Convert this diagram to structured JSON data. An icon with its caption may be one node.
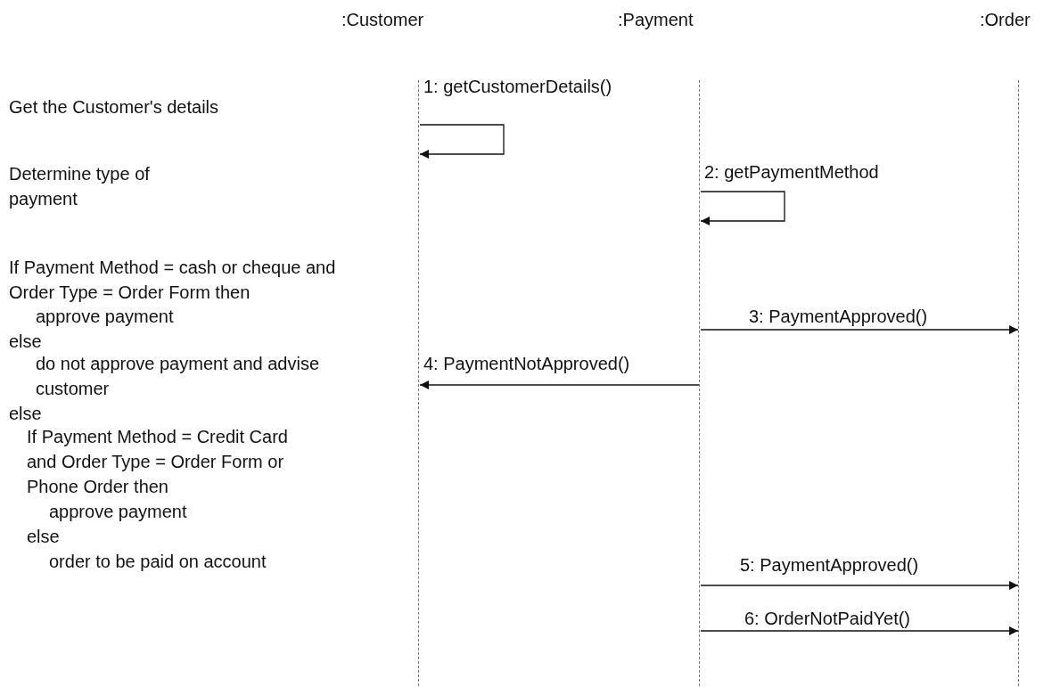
{
  "diagram": {
    "nodes": [
      {
        "text": [
          ":Customer"
        ]
      },
      {
        "text": [
          ":Payment"
        ]
      },
      {
        "text": [
          ":Order"
        ]
      }
    ],
    "edges": [
      {
        "from": 0,
        "to": 0,
        "arrow": "to",
        "label": "1: getCustomerDetails()"
      },
      {
        "from": 1,
        "to": 1,
        "arrow": "to",
        "label": "2: getPaymentMethod"
      },
      {
        "from": 1,
        "to": 2,
        "arrow": "to",
        "label": "3: PaymentApproved()"
      },
      {
        "from": 1,
        "to": 0,
        "arrow": "to",
        "label": "4: PaymentNotApproved()"
      },
      {
        "from": 1,
        "to": 2,
        "arrow": "to",
        "label": "5: PaymentApproved()"
      },
      {
        "from": 1,
        "to": 2,
        "arrow": "to",
        "label": "6: OrderNotPaidYet()"
      }
    ],
    "labels": [
      "Get the Customer's details",
      "Determine type of payment",
      "If Payment Method = cash or cheque and Order Type = Order Form then",
      "approve payment",
      "else",
      "do not approve payment and advise customer",
      "else",
      "If Payment Method = Credit Card and Order Type = Order Form or Phone Order then",
      "approve payment",
      "else",
      "order to be paid on account"
    ]
  }
}
